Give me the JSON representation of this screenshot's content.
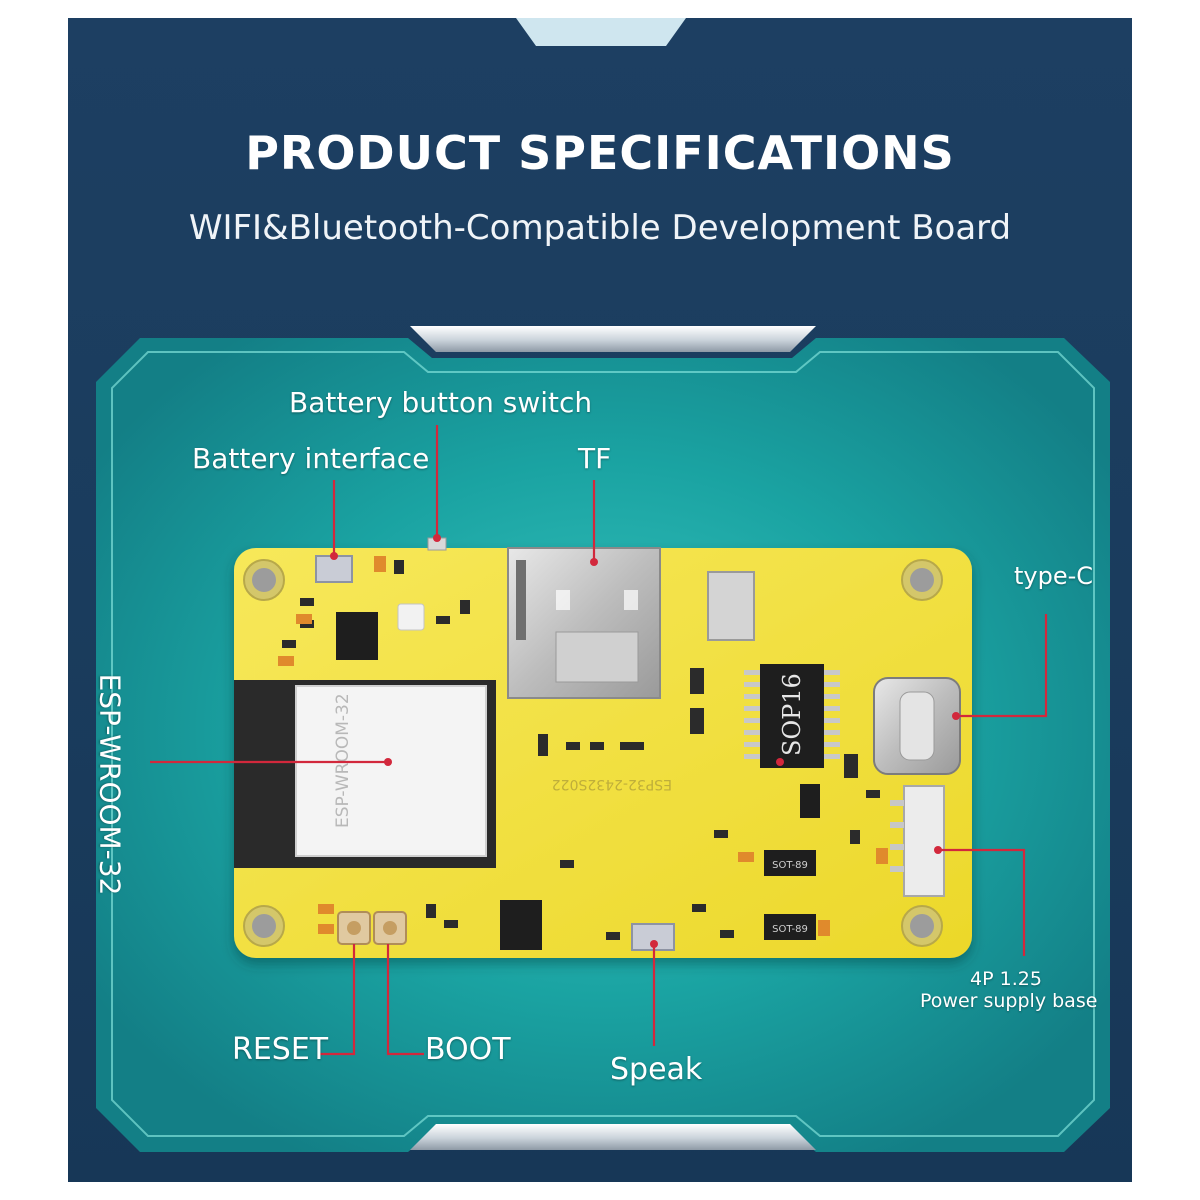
{
  "header": {
    "title": "PRODUCT SPECIFICATIONS",
    "subtitle": "WIFI&Bluetooth-Compatible Development Board"
  },
  "labels": {
    "battery_button_switch": "Battery button switch",
    "battery_interface": "Battery interface",
    "tf": "TF",
    "type_c": "type-C",
    "esp_module": "ESP-WROOM-32",
    "power_supply_line1": "4P 1.25",
    "power_supply_line2": "Power supply base",
    "reset": "RESET",
    "boot": "BOOT",
    "speak": "Speak"
  },
  "board_markings": {
    "chip": "SOP16",
    "module_print": "ESP-WROOM-32",
    "regulator": "SOT-89",
    "model": "ESP32-2432S022"
  },
  "colors": {
    "background": "#1b3d5f",
    "panel": "#1a9a9a",
    "board": "#f2e13a",
    "pointer": "#d2283c"
  }
}
